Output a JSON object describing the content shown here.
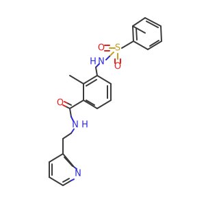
{
  "molecule": {
    "atoms": {
      "sulfonyl_o_left": "O",
      "sulfonyl_o_right": "O",
      "sulfur": "S",
      "sulfonamide_n": "N",
      "sulfonamide_h": "H",
      "carbonyl_o": "O",
      "amide_n": "N",
      "amide_h": "H",
      "pyridine_n": "N"
    },
    "colors": {
      "carbon_bond": "#3a3a3a",
      "oxygen": "#e8201b",
      "nitrogen": "#2b2bd8",
      "sulfur": "#c8a01e",
      "background": "#ffffff"
    }
  }
}
